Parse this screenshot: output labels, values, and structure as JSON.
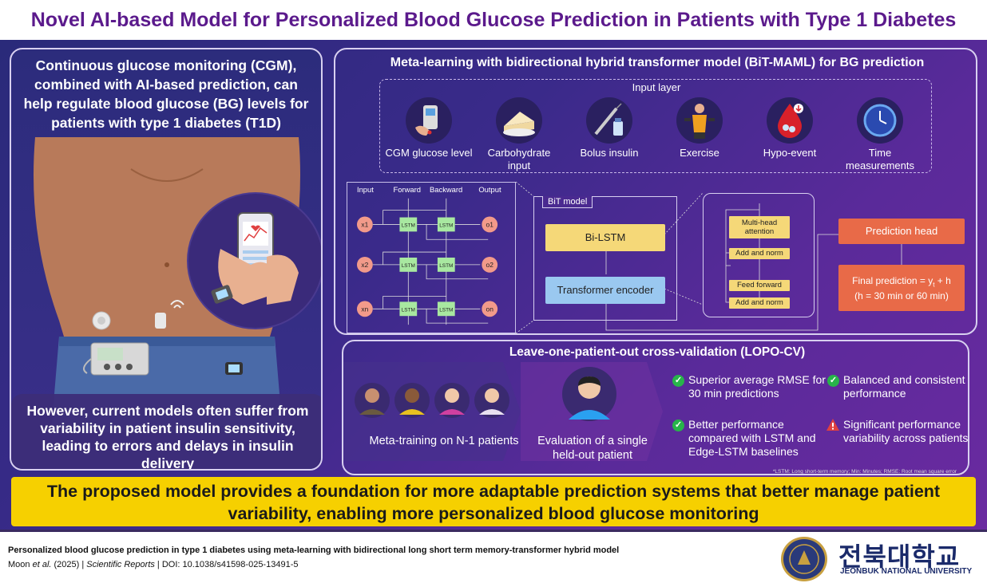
{
  "title": "Novel AI-based Model for Personalized Blood Glucose Prediction in Patients with Type 1 Diabetes",
  "left": {
    "top_text": "Continuous glucose monitoring (CGM), combined with AI-based prediction, can help regulate blood glucose (BG) levels for  patients with type 1 diabetes (T1D)",
    "bottom_text": "However, current models often suffer from variability in patient insulin sensitivity, leading to errors and delays in insulin delivery"
  },
  "model": {
    "title": "Meta-learning with bidirectional hybrid transformer model (BiT-MAML) for BG prediction",
    "input_layer_title": "Input layer",
    "inputs": [
      {
        "label": "CGM glucose level",
        "icon": "glucose-meter-icon"
      },
      {
        "label": "Carbohydrate input",
        "icon": "cake-icon"
      },
      {
        "label": "Bolus insulin",
        "icon": "syringe-icon"
      },
      {
        "label": "Exercise",
        "icon": "exercise-icon"
      },
      {
        "label": "Hypo-event",
        "icon": "blood-drop-icon"
      },
      {
        "label": "Time measurements",
        "icon": "clock-icon"
      }
    ],
    "lstm": {
      "headers": [
        "Input",
        "Forward",
        "Backward",
        "Output"
      ],
      "cell_label": "LSTM",
      "inputs": [
        "x1",
        "x2",
        "xn"
      ],
      "outputs": [
        "o1",
        "o2",
        "on"
      ]
    },
    "bit_label": "BiT model",
    "bi_lstm": "Bi-LSTM",
    "transformer": "Transformer encoder",
    "attention_blocks": [
      "Multi-head attention",
      "Add and norm",
      "Feed forward",
      "Add and norm"
    ],
    "prediction_head": "Prediction head",
    "final_prediction_line1": "Final prediction = y",
    "final_prediction_sub": "t",
    "final_prediction_tail": " + h",
    "final_prediction_line2": "(h = 30 min or 60 min)"
  },
  "lopo": {
    "title": "Leave-one-patient-out cross-validation (LOPO-CV)",
    "meta_training": "Meta-training on N-1 patients",
    "evaluation": "Evaluation of a single held-out patient",
    "results": [
      {
        "text": "Superior average RMSE for 30 min predictions",
        "status": "positive"
      },
      {
        "text": "Balanced and consistent performance",
        "status": "positive"
      },
      {
        "text": "Better performance compared with LSTM and Edge-LSTM baselines",
        "status": "positive"
      },
      {
        "text": "Significant performance variability across patients",
        "status": "warning"
      }
    ],
    "footnote": "*LSTM: Long short-term memory; Min: Minutes; RMSE: Root mean square error"
  },
  "conclusion": "The proposed model provides a foundation for more adaptable prediction systems that better manage patient variability, enabling more personalized blood glucose monitoring",
  "footer": {
    "paper_title": "Personalized blood glucose prediction in type 1 diabetes using meta-learning with bidirectional long short term memory-transformer hybrid model",
    "authors": "Moon",
    "et_al": "et al.",
    "year": " (2025) | ",
    "journal": "Scientific Reports",
    "doi": " | DOI: 10.1038/s41598-025-13491-5",
    "university_kr": "전북대학교",
    "university_en": "JEONBUK NATIONAL UNIVERSITY"
  },
  "colors": {
    "title": "#5b1a8c",
    "bi_lstm": "#f5d878",
    "transformer": "#9ac8f0",
    "prediction": "#e86a48",
    "conclusion_bg": "#f6d000",
    "check": "#28b44a",
    "warning": "#e04040"
  }
}
